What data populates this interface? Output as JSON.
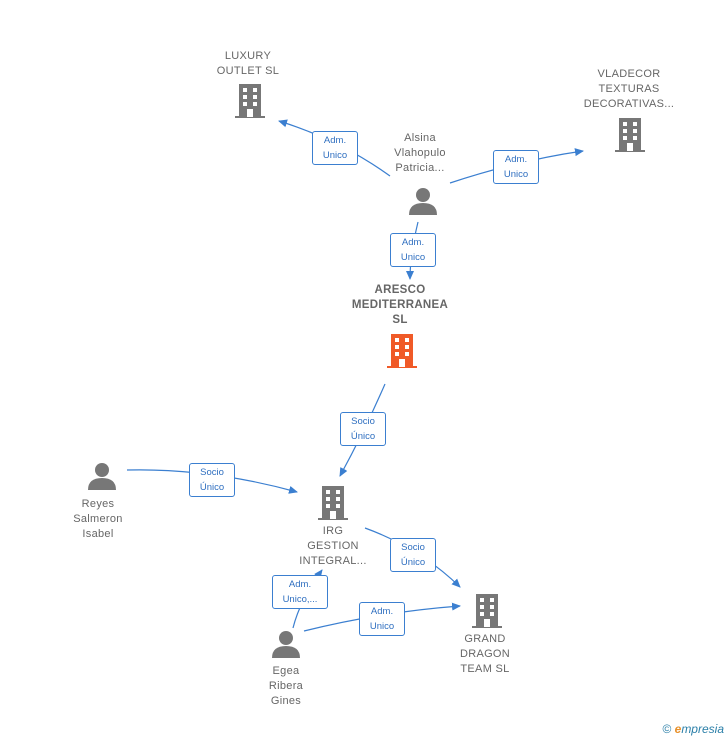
{
  "nodes": {
    "luxury": {
      "label": "LUXURY\nOUTLET SL",
      "kind": "company"
    },
    "vladecor": {
      "label": "VLADECOR\nTEXTURAS\nDECORATIVAS...",
      "kind": "company"
    },
    "alsina": {
      "label": "Alsina\nVlahopulo\nPatricia...",
      "kind": "person"
    },
    "aresco": {
      "label": "ARESCO\nMEDITERRANEA\nSL",
      "kind": "company-main"
    },
    "reyes": {
      "label": "Reyes\nSalmeron\nIsabel",
      "kind": "person"
    },
    "irg": {
      "label": "IRG\nGESTION\nINTEGRAL...",
      "kind": "company"
    },
    "egea": {
      "label": "Egea\nRibera\nGines",
      "kind": "person"
    },
    "grand": {
      "label": "GRAND\nDRAGON\nTEAM  SL",
      "kind": "company"
    }
  },
  "edges": {
    "alsina_luxury": "Adm.\nUnico",
    "alsina_vladecor": "Adm.\nUnico",
    "alsina_aresco": "Adm.\nUnico",
    "aresco_irg": "Socio\nÚnico",
    "reyes_irg": "Socio\nÚnico",
    "irg_grand": "Socio\nÚnico",
    "egea_irg": "Adm.\nUnico,...",
    "egea_grand": "Adm.\nUnico"
  },
  "colors": {
    "edge": "#3b7fd0",
    "icon": "#777777",
    "icon_main": "#f05a28"
  },
  "footer": {
    "copyright": "©",
    "brand_first": "e",
    "brand_rest": "mpresia"
  }
}
